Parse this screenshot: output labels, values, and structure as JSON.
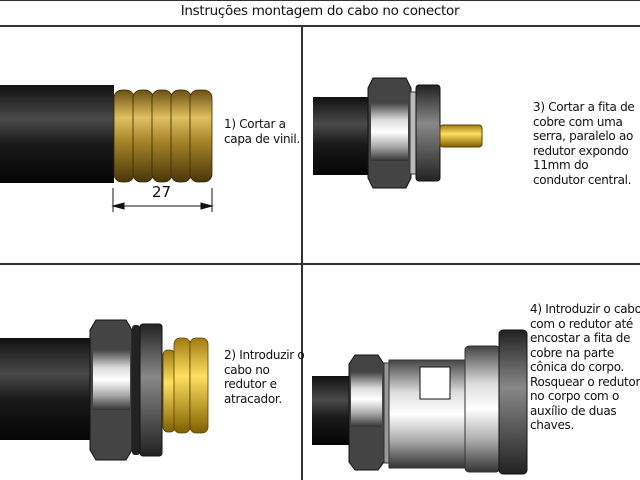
{
  "title": "Instruções montagem do cabo no conector",
  "dimension_label": "27",
  "steps": [
    {
      "lines": [
        "1) Cortar a",
        "capa de vinil."
      ]
    },
    {
      "lines": [
        "2) Introduzir o",
        "cabo no",
        "redutor e",
        "atracador."
      ]
    },
    {
      "lines": [
        "3) Cortar a fita de",
        "cobre com uma",
        "serra, paralelo ao",
        "redutor expondo",
        "11mm do",
        "condutor central."
      ]
    },
    {
      "lines": [
        "4) Introduzir o cabo",
        "com o redutor até",
        "encostar a fita de",
        "cobre na parte",
        "cônica do corpo.",
        "Rosquear o redutor",
        "no corpo com o",
        "auxílio de duas",
        "chaves."
      ]
    }
  ]
}
